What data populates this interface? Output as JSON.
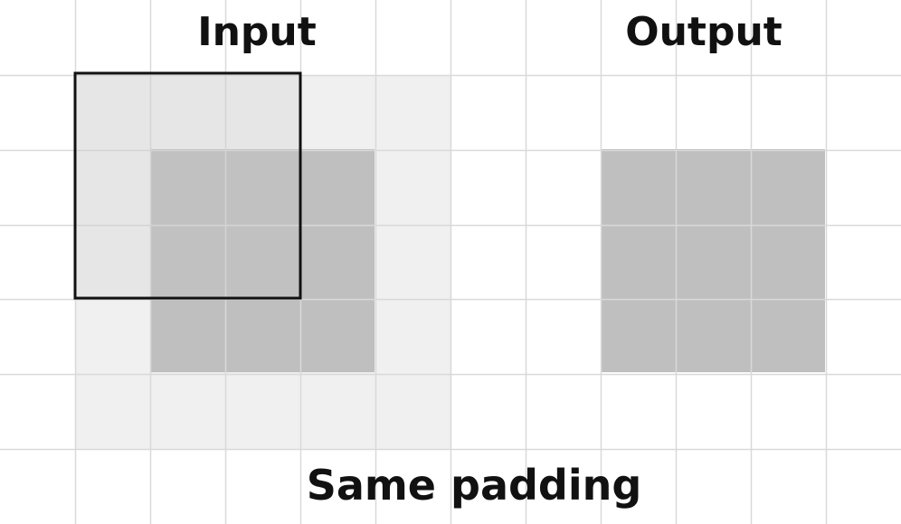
{
  "labels": {
    "input": "Input",
    "output": "Output",
    "caption": "Same padding"
  },
  "grid": {
    "columns": 12,
    "rows": 7
  },
  "colors": {
    "background": "#ffffff",
    "grid_line": "#d9d9d9",
    "padding": "#f0f0f0",
    "input": "#bfbfbf",
    "output": "#bfbfbf",
    "kernel_fill": "rgba(200,200,200,0.25)",
    "kernel_stroke": "#111111",
    "text": "#111111"
  }
}
